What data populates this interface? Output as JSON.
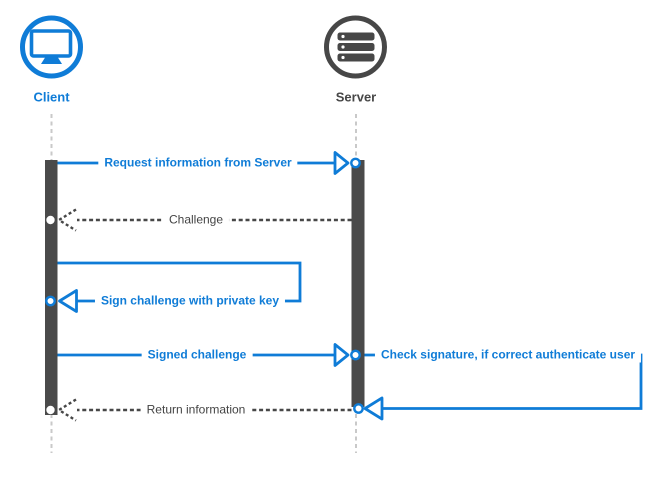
{
  "diagram": {
    "type": "sequence-diagram",
    "colors": {
      "accent_blue": "#0f7cd7",
      "dark_gray": "#474747",
      "activation_bar": "#4a4a4a",
      "lifeline_gray": "#c9c9c9"
    },
    "actors": [
      {
        "id": "client",
        "label": "Client",
        "icon": "monitor-icon",
        "color": "#0f7cd7"
      },
      {
        "id": "server",
        "label": "Server",
        "icon": "server-stack-icon",
        "color": "#474747"
      }
    ],
    "messages": [
      {
        "id": "m1",
        "label": "Request information from Server",
        "from": "Client",
        "to": "Server",
        "style": "solid-blue-arrow"
      },
      {
        "id": "m2",
        "label": "Challenge",
        "from": "Server",
        "to": "Client",
        "style": "dashed-gray-arrow"
      },
      {
        "id": "m3",
        "label": "Sign challenge with private key",
        "from": "Client",
        "to": "Client",
        "style": "solid-blue-self-loop"
      },
      {
        "id": "m4",
        "label": "Signed challenge",
        "from": "Client",
        "to": "Server",
        "style": "solid-blue-arrow"
      },
      {
        "id": "m5",
        "label": "Check signature, if correct authenticate user",
        "from": "Server",
        "to": "Server",
        "style": "solid-blue-self-loop"
      },
      {
        "id": "m6",
        "label": "Return information",
        "from": "Server",
        "to": "Client",
        "style": "dashed-gray-arrow"
      }
    ]
  }
}
